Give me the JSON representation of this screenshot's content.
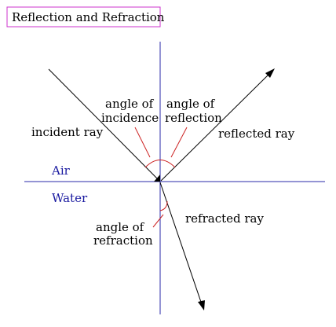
{
  "title": "Reflection and Refraction",
  "labels": {
    "incident_ray": "incident ray",
    "reflected_ray": "reflected ray",
    "refracted_ray": "refracted ray",
    "angle_incidence_line1": "angle of",
    "angle_incidence_line2": "incidence",
    "angle_reflection_line1": "angle of",
    "angle_reflection_line2": "reflection",
    "angle_refraction_line1": "angle of",
    "angle_refraction_line2": "refraction",
    "medium_top": "Air",
    "medium_bottom": "Water"
  },
  "colors": {
    "title_border": "#cc33cc",
    "normal_line": "#2a2aa8",
    "surface_line": "#2a2aa8",
    "medium_text": "#1a1aa0",
    "ray": "#000000",
    "angle_arc": "#cc2222"
  }
}
